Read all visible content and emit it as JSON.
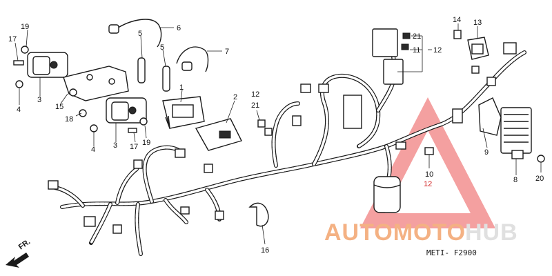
{
  "callouts": {
    "c19a": "19",
    "c17a": "17",
    "c4a": "4",
    "c3a": "3",
    "c15": "15",
    "c18": "18",
    "c4b": "4",
    "c3b": "3",
    "c17b": "17",
    "c19b": "19",
    "c5a": "5",
    "c5b": "5",
    "c6": "6",
    "c7": "7",
    "c1": "1",
    "c2": "2",
    "c12a": "12",
    "c21a": "21",
    "c21b": "21",
    "c11": "11",
    "c12b": "12",
    "c14": "14",
    "c13": "13",
    "c9": "9",
    "c8": "8",
    "c20": "20",
    "c10": "10",
    "c12red": "12",
    "c16": "16"
  },
  "direction_label": "FR.",
  "diagram_code": "METI- F2900",
  "watermark": {
    "part1": "AUTOMOTO",
    "part2": "HUB",
    "color1": "#f4b183",
    "color2": "#e0e0e0",
    "triangle_color": "#f08080"
  }
}
